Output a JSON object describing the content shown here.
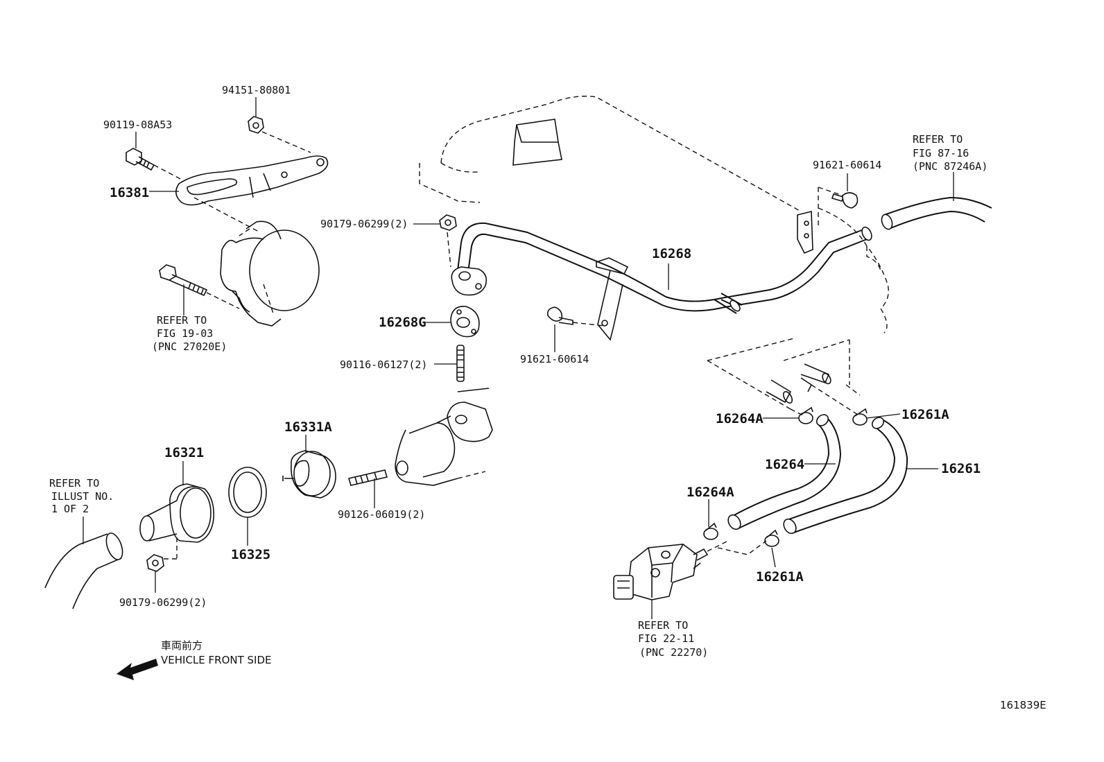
{
  "diagram": {
    "code": "161839E",
    "direction": {
      "jp": "車両前方",
      "en": "VEHICLE FRONT SIDE"
    },
    "labels": {
      "p94151": "94151-80801",
      "p90119": "90119-08A53",
      "p16381": "16381",
      "ref19_1": "REFER TO",
      "ref19_2": "FIG 19-03",
      "ref19_3": "(PNC 27020E)",
      "p90179a": "90179-06299(2)",
      "p16268": "16268",
      "p16268G": "16268G",
      "p90116": "90116-06127(2)",
      "p91621a": "91621-60614",
      "p91621b": "91621-60614",
      "ref87_1": "REFER TO",
      "ref87_2": "FIG 87-16",
      "ref87_3": "(PNC 87246A)",
      "p16331A": "16331A",
      "p16321": "16321",
      "p16325": "16325",
      "p90126": "90126-06019(2)",
      "p90179b": "90179-06299(2)",
      "refIl_1": "REFER TO",
      "refIl_2": "ILLUST NO.",
      "refIl_3": "1 OF 2",
      "p16264A_top": "16264A",
      "p16261A_top": "16261A",
      "p16264": "16264",
      "p16261": "16261",
      "p16264A_bot": "16264A",
      "p16261A_bot": "16261A",
      "ref22_1": "REFER TO",
      "ref22_2": "FIG 22-11",
      "ref22_3": "(PNC 22270)"
    }
  }
}
